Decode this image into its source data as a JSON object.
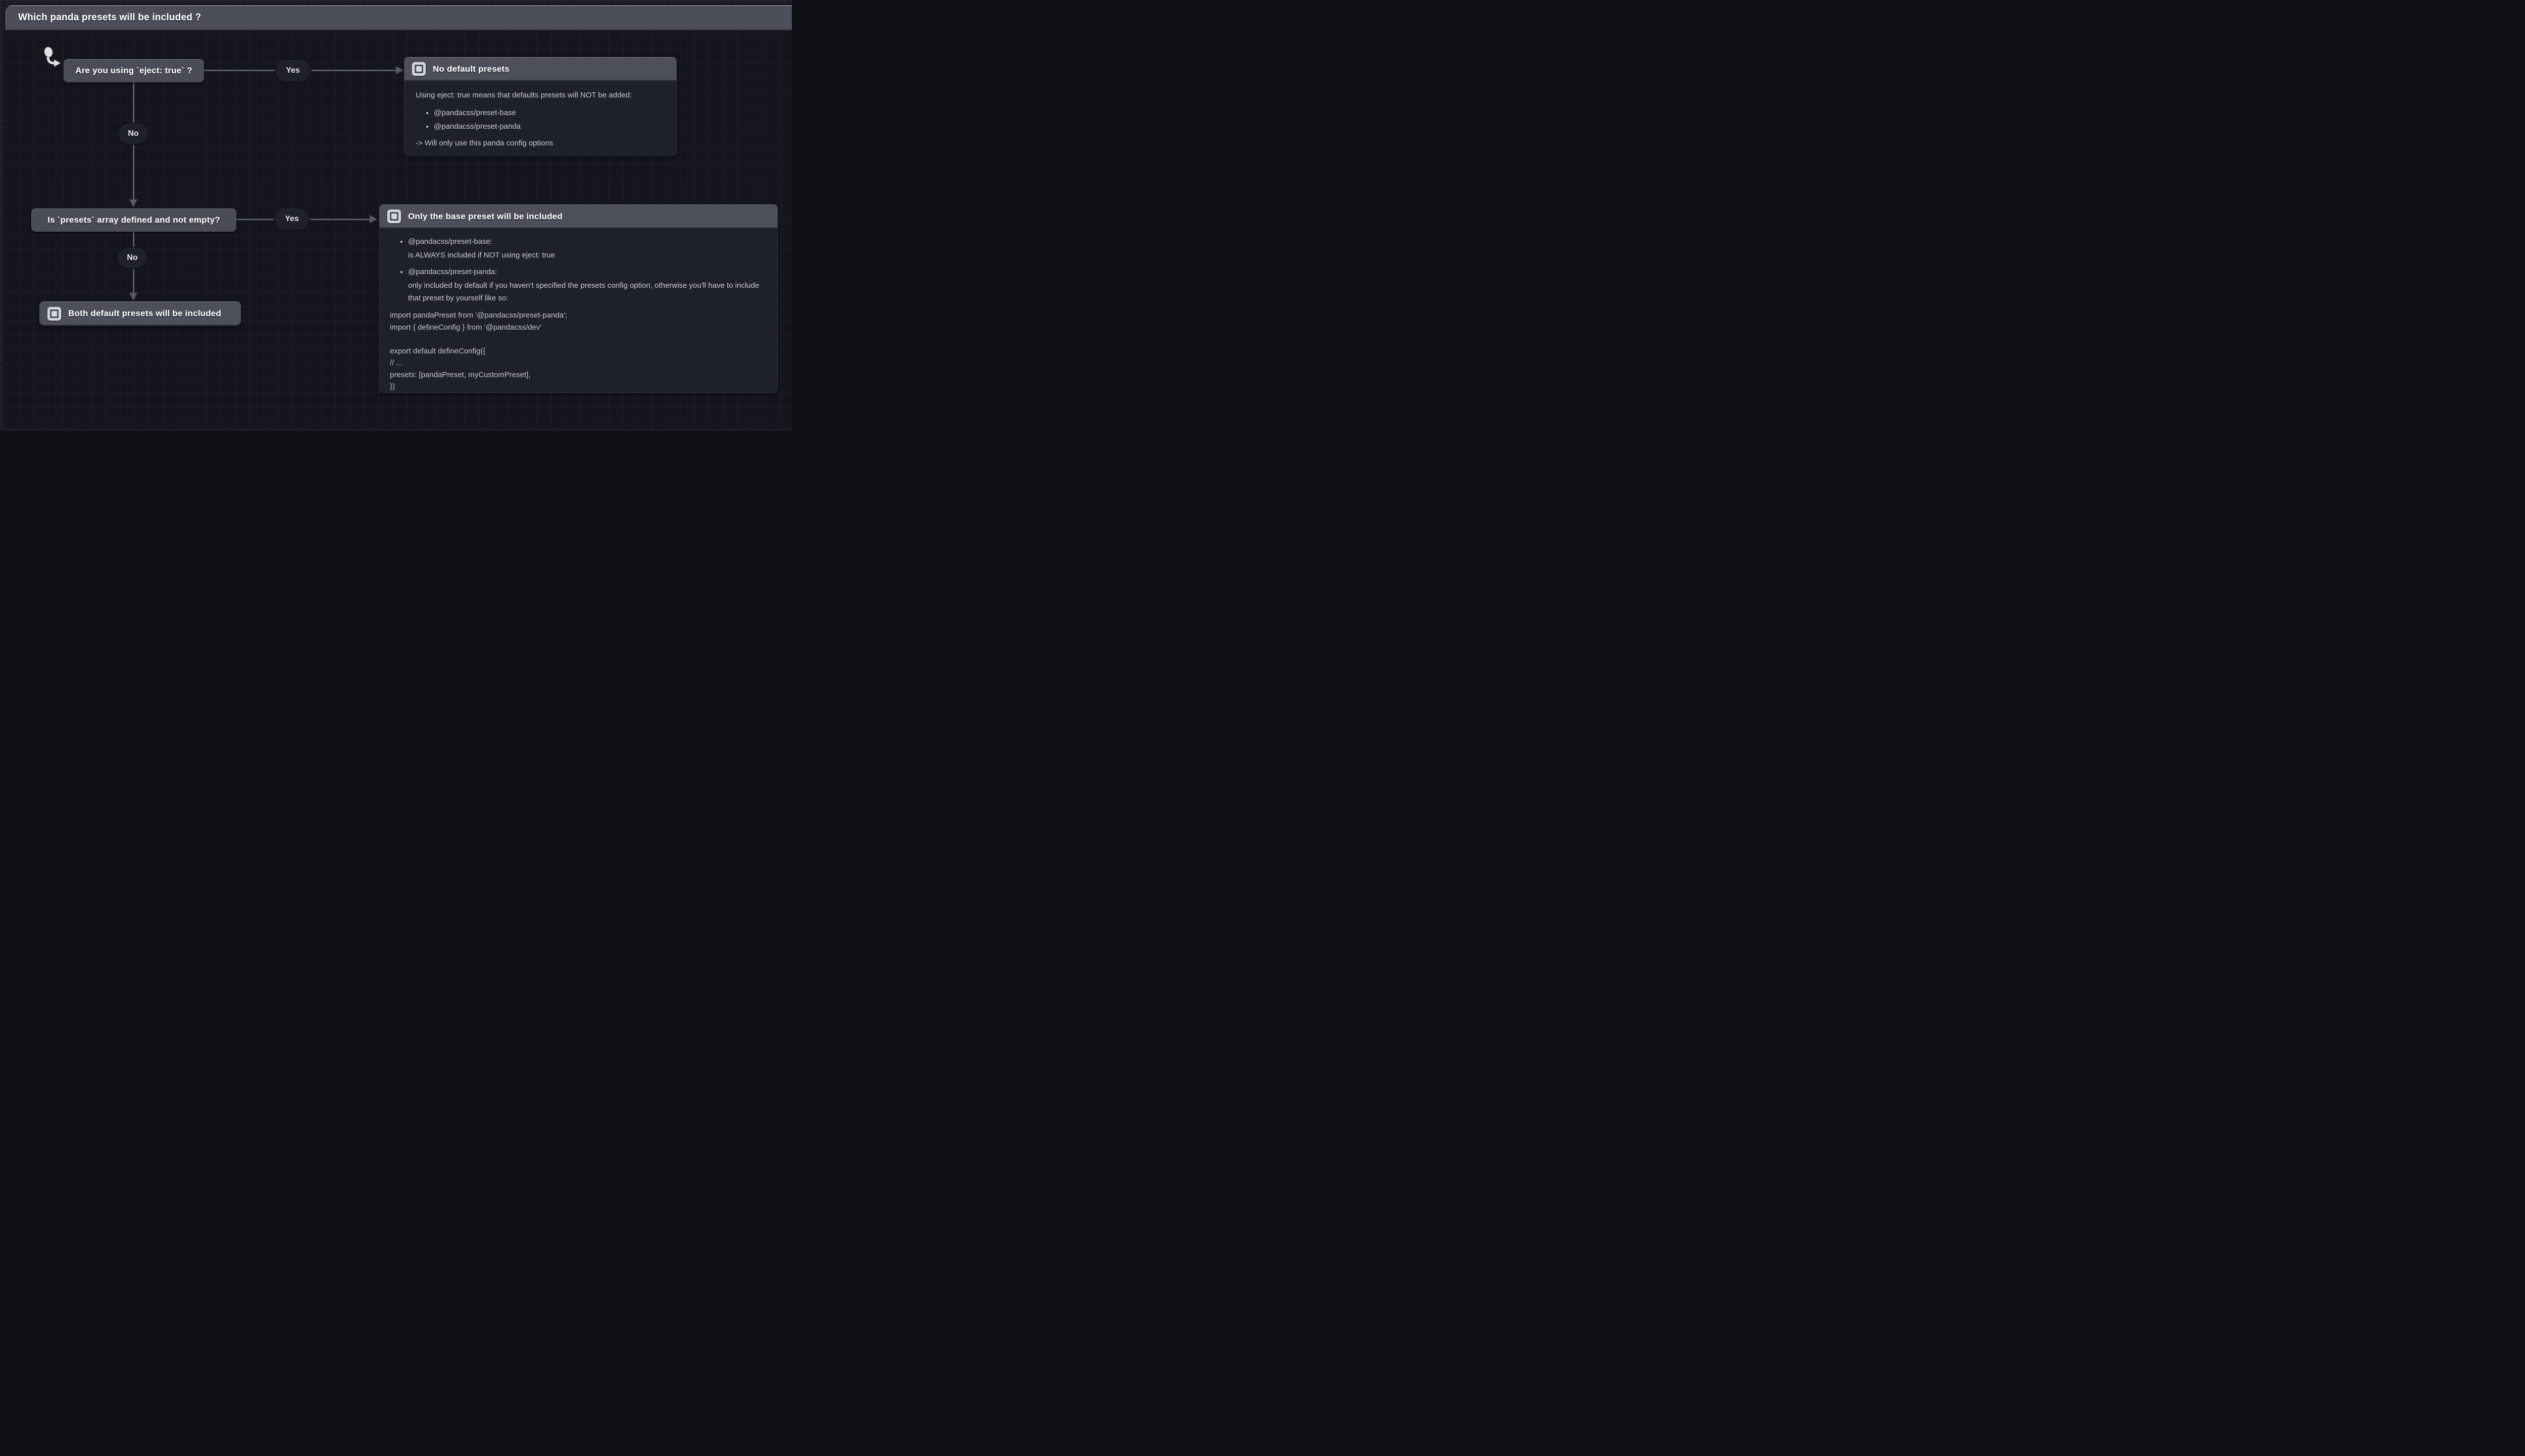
{
  "frame": {
    "title": "Which panda presets will be included ?"
  },
  "colors": {
    "canvas_bg": "#14151d",
    "outer_bg": "#1b1c25",
    "header_gray": "#4d4f5b",
    "node_gray": "#4a4c58",
    "body_bg": "#1f212a",
    "arrow": "#575a68",
    "text_light": "#c9cad0",
    "text_white": "#ffffff"
  },
  "nodes": {
    "q1": {
      "label": "Are you using `eject: true` ?"
    },
    "q2": {
      "label": "Is `presets` array defined  and not empty?"
    }
  },
  "edges": {
    "yes1": {
      "label": "Yes"
    },
    "no1": {
      "label": "No"
    },
    "yes2": {
      "label": "Yes"
    },
    "no2": {
      "label": "No"
    }
  },
  "box_no_default": {
    "title": "No default presets",
    "intro": "Using eject: true means that defaults presets will NOT be added:",
    "bullets": [
      "@pandacss/preset-base",
      "@pandacss/preset-panda"
    ],
    "outro": "-> Will only use this panda config options"
  },
  "box_base_only": {
    "title": "Only the base preset will be included",
    "bullets": [
      {
        "term": "@pandacss/preset-base:",
        "desc": "is ALWAYS included if NOT using eject: true"
      },
      {
        "term": "@pandacss/preset-panda:",
        "desc": "only included by default if you haven't specified the presets config option, otherwise you'll have to include that preset by yourself like so:"
      }
    ],
    "code": [
      "import pandaPreset from '@pandacss/preset-panda';",
      "import { defineConfig } from '@pandacss/dev'",
      "",
      "export default defineConfig({",
      "// ...",
      "presets: [pandaPreset, myCustomPreset],",
      "})"
    ]
  },
  "box_both": {
    "title": "Both default presets will be included"
  }
}
